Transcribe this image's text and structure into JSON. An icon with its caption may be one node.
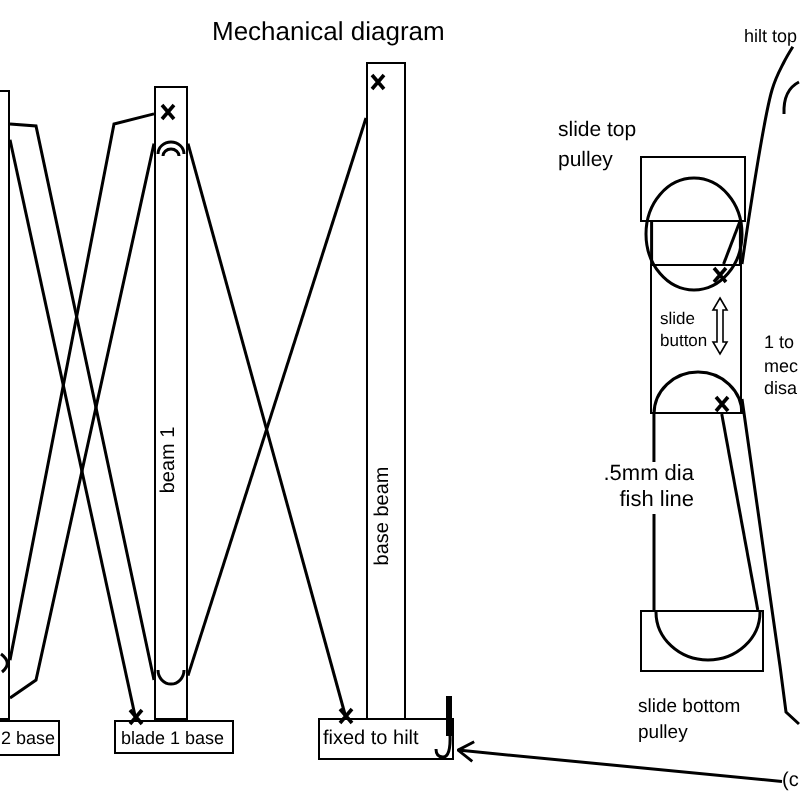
{
  "diagram": {
    "title": "Mechanical diagram",
    "nodes": [
      {
        "text": [],
        "shape": "bar"
      },
      {
        "text": [
          "beam 1"
        ]
      },
      {
        "text": [
          "base beam"
        ]
      },
      {
        "text": [
          "2 base"
        ]
      },
      {
        "text": [
          "blade 1 base"
        ]
      },
      {
        "text": [
          "fixed to hilt"
        ]
      },
      {
        "text": [],
        "shape": "hook"
      },
      {
        "text": [
          "hilt top"
        ]
      },
      {
        "text": [
          "slide top pulley"
        ]
      },
      {
        "text": [
          "slide button"
        ]
      },
      {
        "text": [
          "slide bottom pulley"
        ]
      },
      {
        "text": [
          "(c"
        ]
      }
    ],
    "edges": [
      {
        "from": 0,
        "to": 4,
        "arrow": "none"
      },
      {
        "from": 0,
        "to": 1,
        "arrow": "none"
      },
      {
        "from": 1,
        "to": 0,
        "arrow": "none"
      },
      {
        "from": 1,
        "to": 0,
        "arrow": "none"
      },
      {
        "from": 1,
        "to": 5,
        "arrow": "none"
      },
      {
        "from": 2,
        "to": 1,
        "arrow": "none"
      },
      {
        "from": 7,
        "to": 9,
        "arrow": "none"
      },
      {
        "from": 9,
        "to": null,
        "arrow": "none"
      },
      {
        "from": 9,
        "to": 8,
        "arrow": "none"
      },
      {
        "from": 9,
        "to": 10,
        "arrow": "none"
      },
      {
        "from": 10,
        "to": 9,
        "arrow": "none"
      },
      {
        "from": 11,
        "to": 6,
        "arrow": "to"
      }
    ],
    "labels": [
      "1 to mec disa",
      ".5mm dia fish line"
    ]
  }
}
